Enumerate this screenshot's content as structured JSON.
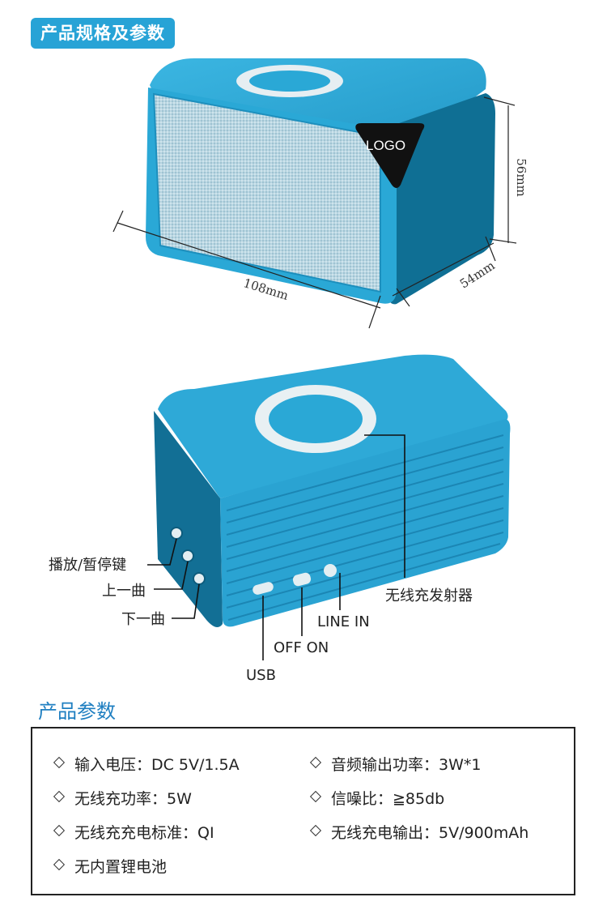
{
  "header": {
    "title": "产品规格及参数"
  },
  "figure1": {
    "logo": "LOGO",
    "dim_width": "108mm",
    "dim_depth": "54mm",
    "dim_height": "56mm"
  },
  "figure2": {
    "callouts": {
      "play_pause": "播放/暂停键",
      "prev": "上一曲",
      "next": "下一曲",
      "wireless_tx": "无线充发射器",
      "line_in": "LINE IN",
      "off_on": "OFF ON",
      "usb": "USB"
    }
  },
  "params": {
    "title": "产品参数",
    "items": [
      "输入电压：DC 5V/1.5A",
      "音频输出功率：3W*1",
      "无线充功率：5W",
      "信噪比：≧85db",
      "无线充充电标准：QI",
      "无线充电输出：5V/900mAh",
      "无内置锂电池"
    ]
  },
  "colors": {
    "accent": "#27a3d6",
    "body_blue": "#2aa8d6",
    "body_dark": "#157aa5",
    "section_title": "#1f7fc1"
  }
}
